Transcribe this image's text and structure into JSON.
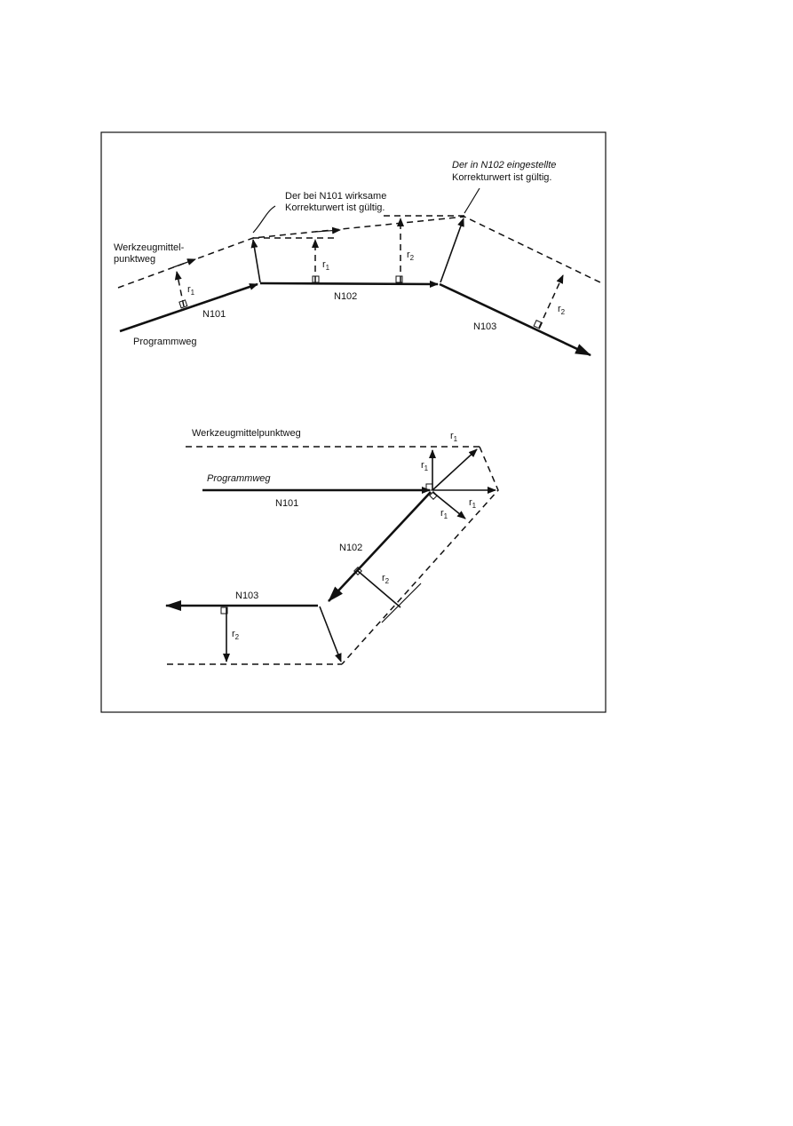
{
  "diagram_top": {
    "callout_left": [
      "Der bei N101 wirksame",
      "Korrekturwert ist gültig."
    ],
    "callout_right": [
      "Der in N102 eingestellte",
      "Korrekturwert ist gültig."
    ],
    "tool_path_label": [
      "Werkzeugmittel-",
      "punktweg"
    ],
    "program_path_label": "Programmweg",
    "blocks": [
      "N101",
      "N102",
      "N103"
    ],
    "radius_r": "r",
    "radius_1": "1",
    "radius_2": "2"
  },
  "diagram_bottom": {
    "tool_path_label": "Werkzeugmittelpunktweg",
    "program_path_label": "Programmweg",
    "blocks": [
      "N101",
      "N102",
      "N103"
    ],
    "radius_r": "r",
    "radius_1": "1",
    "radius_2": "2"
  }
}
